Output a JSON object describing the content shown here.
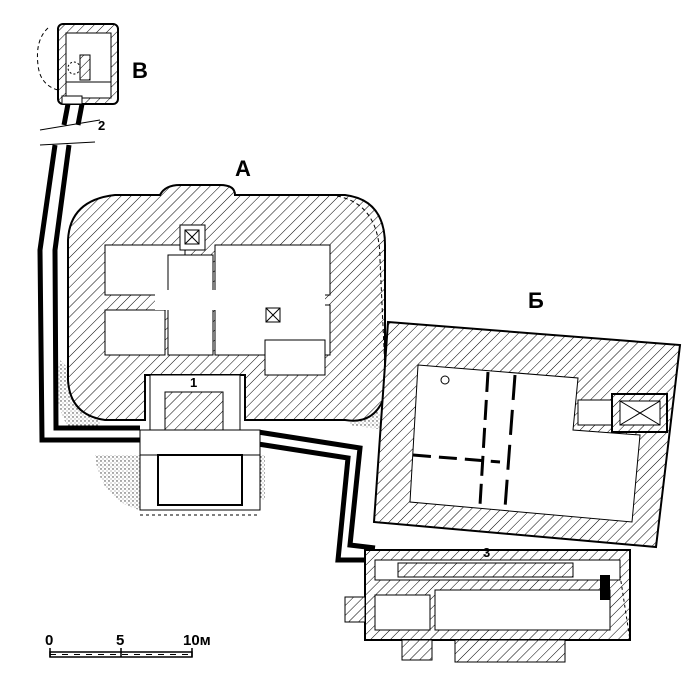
{
  "buildings": {
    "a": {
      "label": "А"
    },
    "b": {
      "label": "Б"
    },
    "v": {
      "label": "В"
    }
  },
  "markers": {
    "m1": "1",
    "m2": "2",
    "m3": "3"
  },
  "scale_bar": {
    "tick_0": "0",
    "tick_5": "5",
    "tick_10": "10м"
  },
  "colors": {
    "ink": "#000000",
    "paper": "#ffffff"
  }
}
